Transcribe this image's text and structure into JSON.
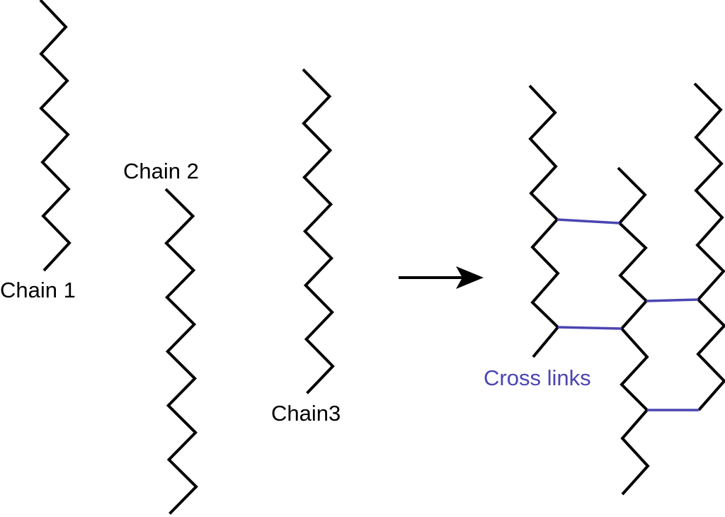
{
  "labels": {
    "chain1": "Chain 1",
    "chain2": "Chain 2",
    "chain3": "Chain3",
    "cross_links": "Cross links"
  },
  "colors": {
    "chain": "#000000",
    "cross_link": "#4b45b2"
  }
}
